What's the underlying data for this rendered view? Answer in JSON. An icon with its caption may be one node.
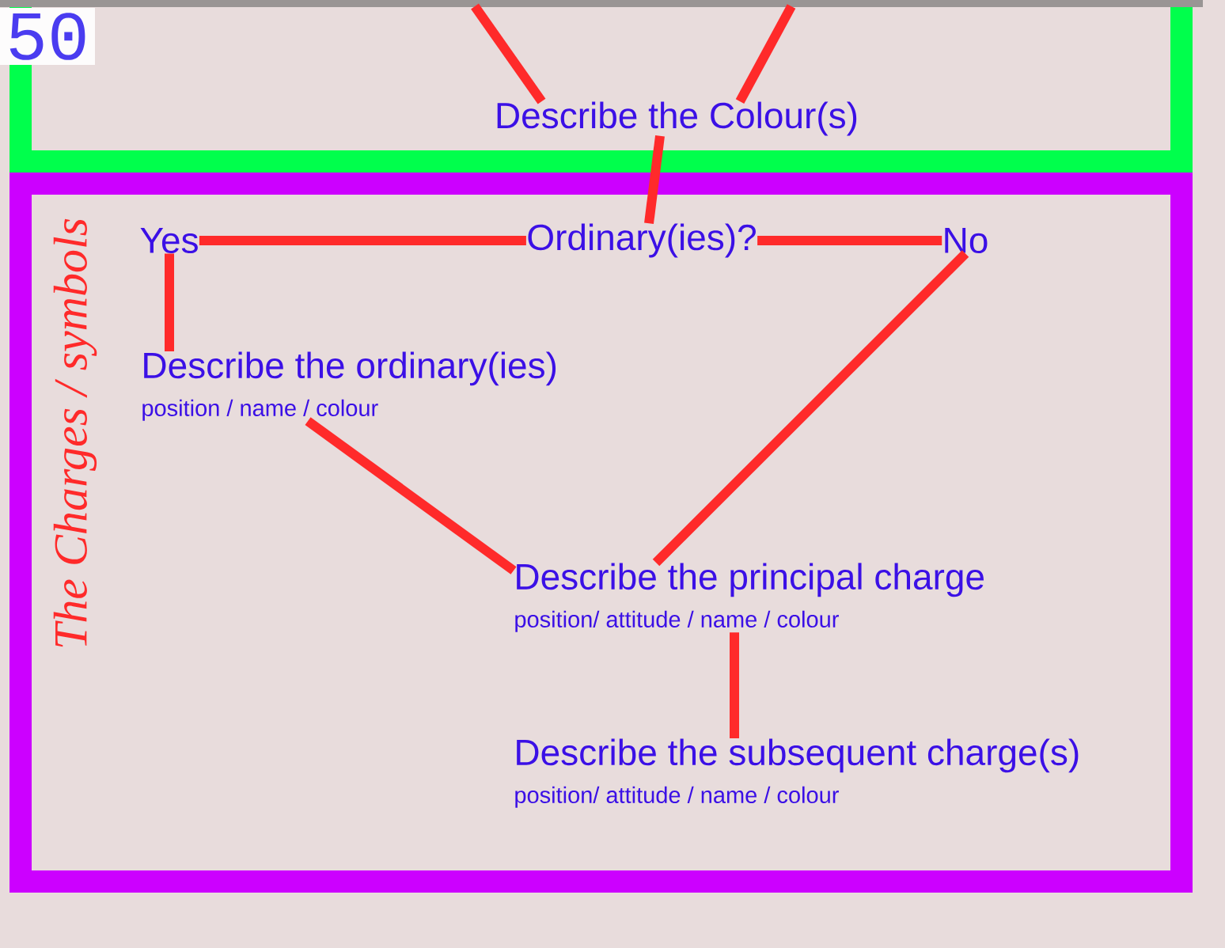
{
  "diagram": {
    "nodes": [
      {
        "text": [
          "Describe the Colour(s)"
        ]
      },
      {
        "text": [
          "The Charges / symbols"
        ]
      },
      {
        "text": [
          "Yes"
        ],
        "in": 1
      },
      {
        "text": [
          "Ordinary(ies)?"
        ],
        "in": 1
      },
      {
        "text": [
          "No"
        ],
        "in": 1
      },
      {
        "text": [
          "Describe the ordinary(ies)",
          "position / name / colour"
        ],
        "in": 1
      },
      {
        "text": [
          "Describe the principal charge",
          "position/ attitude / name / colour"
        ],
        "in": 1
      },
      {
        "text": [
          "Describe the subsequent charge(s)",
          "position/ attitude / name / colour"
        ],
        "in": 1
      }
    ],
    "edges": [
      {
        "from": null,
        "to": 0,
        "arrow": "none"
      },
      {
        "from": null,
        "to": 0,
        "arrow": "none"
      },
      {
        "from": 0,
        "to": 3,
        "arrow": "none"
      },
      {
        "from": 3,
        "to": 2,
        "arrow": "none"
      },
      {
        "from": 3,
        "to": 4,
        "arrow": "none"
      },
      {
        "from": 2,
        "to": 5,
        "arrow": "none"
      },
      {
        "from": 5,
        "to": 6,
        "arrow": "none"
      },
      {
        "from": 4,
        "to": 6,
        "arrow": "none"
      },
      {
        "from": 6,
        "to": 7,
        "arrow": "none"
      }
    ],
    "labels": [
      "50"
    ]
  }
}
